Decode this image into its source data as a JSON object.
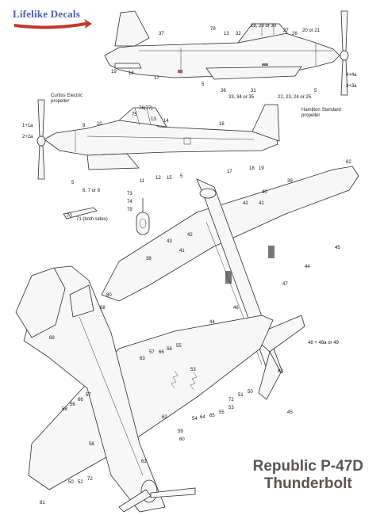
{
  "brand": {
    "name": "Lifelike Decals",
    "accent": "#4a5ea8",
    "arrow": "#c0392b"
  },
  "title": {
    "line1": "Republic P-47D",
    "line2": "Thunderbolt"
  },
  "captions": {
    "curtiss": [
      "Curtiss Electric",
      "propeller"
    ],
    "hamilton": [
      "Hamilton Standard",
      "propeller"
    ],
    "both_sides": "71 (both sides)"
  },
  "callouts": {
    "top_side": [
      "37",
      "78",
      "13",
      "32",
      "28, 29 or 30",
      "27",
      "26",
      "20 or 21",
      "19",
      "18",
      "17",
      "5",
      "36",
      "31",
      "33, 34 or 35",
      "22, 23, 24 or 25",
      "5",
      "4+4a",
      "3+3a"
    ],
    "left_side": [
      "1+1a",
      "2+2a",
      "9",
      "10",
      "76(77)",
      "75",
      "13",
      "14",
      "16",
      "5",
      "6, 7 or 8",
      "11",
      "12",
      "15",
      "5",
      "17",
      "18",
      "19"
    ],
    "gear": [
      "73",
      "74",
      "79",
      "70"
    ],
    "upper_view": [
      "82",
      "42",
      "40",
      "39",
      "41",
      "38",
      "42",
      "41",
      "43",
      "45",
      "44",
      "47",
      "46",
      "44"
    ],
    "lower_view": [
      "80",
      "68",
      "69",
      "48 + 48a or 49",
      "63",
      "57",
      "66",
      "56",
      "55",
      "53",
      "58",
      "56",
      "66",
      "57",
      "62",
      "59",
      "60",
      "64",
      "65",
      "54",
      "55",
      "53",
      "72",
      "51",
      "50",
      "58",
      "50",
      "52",
      "72",
      "61",
      "81",
      "83",
      "45"
    ]
  },
  "colors": {
    "ink": "#2b2b2b",
    "panel": "#f7f7f7",
    "walkway": "#777777"
  }
}
